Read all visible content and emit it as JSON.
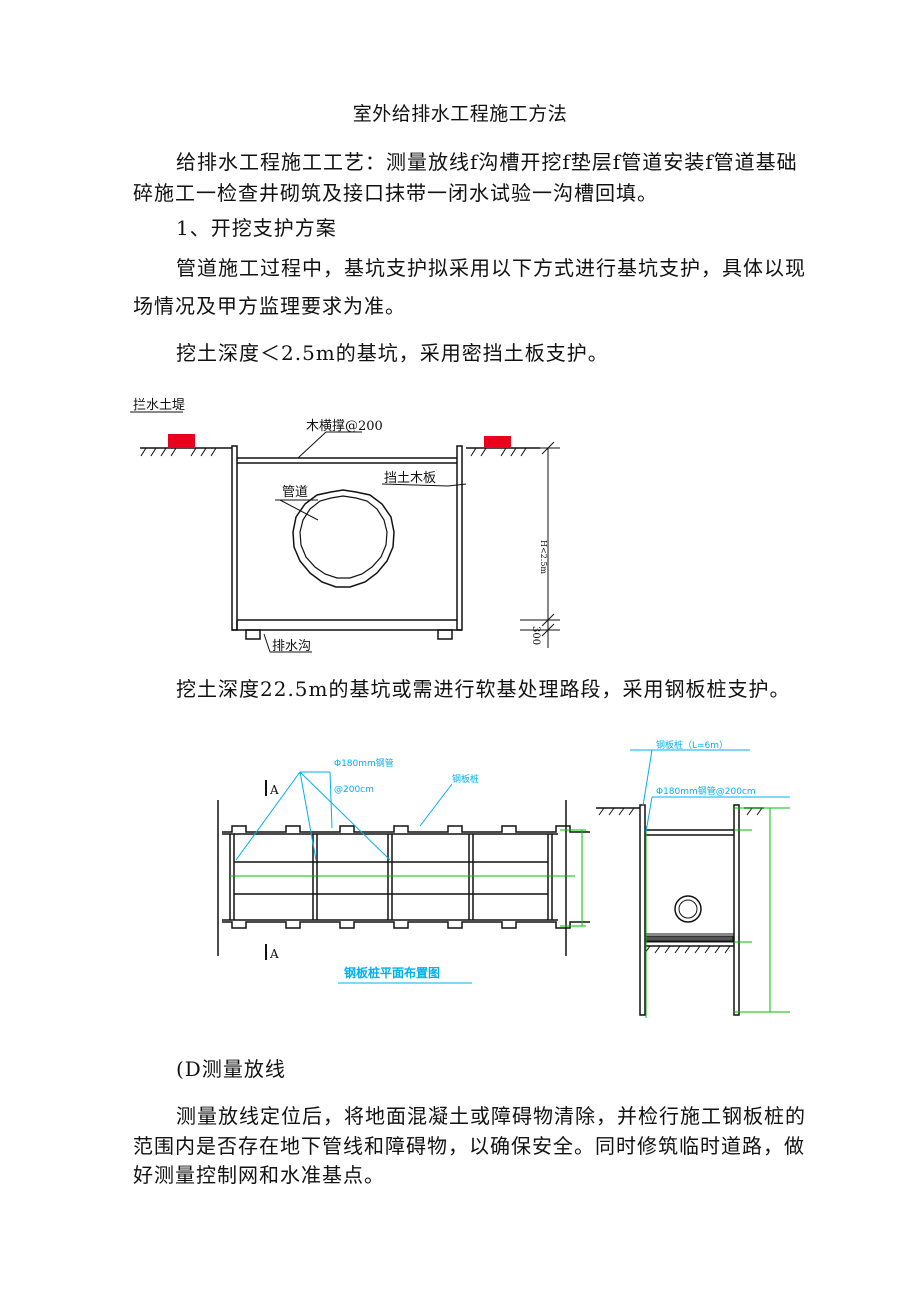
{
  "doc": {
    "title": "室外给排水工程施工方法",
    "process_line1": "给排水工程施工工艺：测量放线f沟槽开挖f垫层f管道安装f管道基础",
    "process_line2": "碎施工一检查井砌筑及接口抹带一闭水试验一沟槽回填。",
    "section1": "1、开挖支护方案",
    "para1_line1": "管道施工过程中，基坑支护拟采用以下方式进行基坑支护，具体以现",
    "para1_line2": "场情况及甲方监理要求为准。",
    "case1": "挖土深度＜2.5m的基坑，采用密挡土板支护。",
    "case2": "挖土深度22.5m的基坑或需进行软基处理路段，采用钢板桩支护。",
    "sub1": "(D测量放线",
    "para2_line1": "测量放线定位后，将地面混凝土或障碍物清除，并检行施工钢板桩的",
    "para2_line2": "范围内是否存在地下管线和障碍物，以确保安全。同时修筑临时道路，做",
    "para2_line3": "好测量控制网和水准基点。"
  },
  "fig1": {
    "label_dam": "拦水土堤",
    "label_brace": "木横撑@200",
    "label_pipe": "管道",
    "label_board": "挡土木板",
    "label_drain": "排水沟",
    "label_depth": "H<2.5m",
    "label_300": "300"
  },
  "fig2": {
    "label_pipe_top": "Φ180mm钢管",
    "label_pipe_spacing": "@200cm",
    "label_sheet": "钢板桩",
    "label_section_a": "A",
    "caption": "钢板桩平面布置图",
    "label_sheet_right": "钢板桩（L=6m）",
    "label_pipe_right": "Φ180mm钢管@200cm"
  },
  "colors": {
    "dam": "#e8001c",
    "green": "#00c000",
    "cyan": "#00b0f0",
    "line": "#111111"
  }
}
